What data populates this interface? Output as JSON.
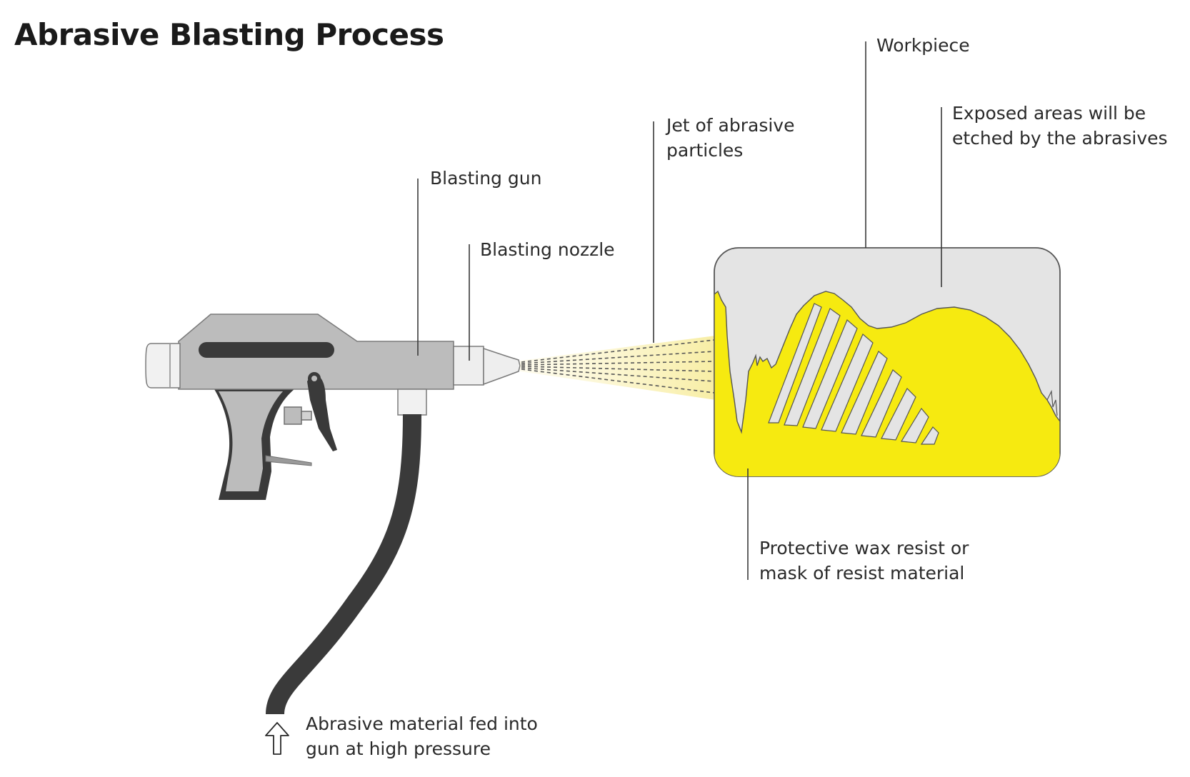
{
  "diagram": {
    "title": "Abrasive Blasting Process",
    "labels": {
      "workpiece": "Workpiece",
      "exposed_areas": [
        "Exposed areas will be",
        "etched by the abrasives"
      ],
      "jet": [
        "Jet of abrasive",
        "particles"
      ],
      "blasting_gun": "Blasting gun",
      "blasting_nozzle": "Blasting nozzle",
      "protective_resist": [
        "Protective wax resist or",
        "mask of resist material"
      ],
      "abrasive_feed": [
        "Abrasive material fed into",
        "gun at high pressure"
      ]
    },
    "colors": {
      "resist_yellow": "#f6ea10",
      "gun_gray": "#bcbcbc",
      "hose_dark": "#3a3a3a",
      "workpiece_gray": "#e4e4e4",
      "leader_line": "#3a3a3a"
    }
  }
}
